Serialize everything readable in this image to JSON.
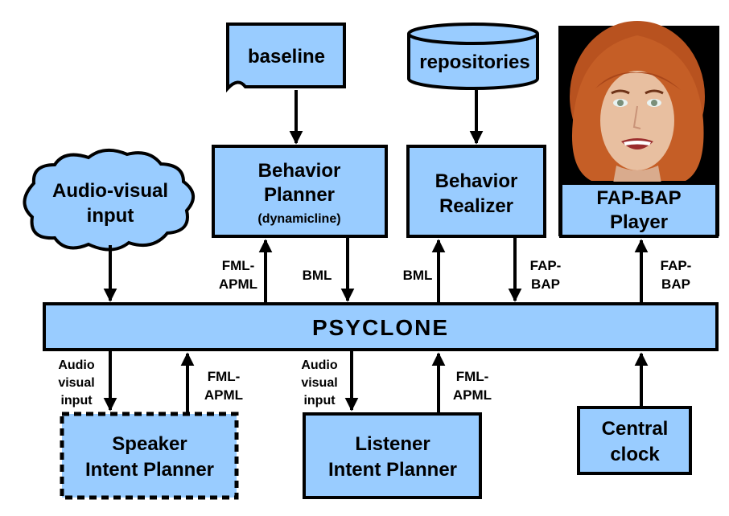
{
  "nodes": {
    "baseline": "baseline",
    "repositories": "repositories",
    "behavior_planner": {
      "line1": "Behavior",
      "line2": "Planner",
      "line3": "(dynamicline)"
    },
    "behavior_realizer": {
      "line1": "Behavior",
      "line2": "Realizer"
    },
    "fap_bap_player": {
      "line1": "FAP-BAP",
      "line2": "Player"
    },
    "audio_visual_input": {
      "line1": "Audio-visual",
      "line2": "input"
    },
    "psyclone": "PSYCLONE",
    "speaker_intent_planner": {
      "line1": "Speaker",
      "line2": "Intent Planner"
    },
    "listener_intent_planner": {
      "line1": "Listener",
      "line2": "Intent Planner"
    },
    "central_clock": {
      "line1": "Central",
      "line2": "clock"
    }
  },
  "edge_labels": {
    "fml_apml_to_psyclone": {
      "line1": "FML-",
      "line2": "APML"
    },
    "bml_planner": "BML",
    "bml_realizer": "BML",
    "fap_bap_realizer": {
      "line1": "FAP-",
      "line2": "BAP"
    },
    "fap_bap_player": {
      "line1": "FAP-",
      "line2": "BAP"
    },
    "audio_visual_speaker": {
      "line1": "Audio",
      "line2": "visual",
      "line3": "input"
    },
    "fml_apml_speaker": {
      "line1": "FML-",
      "line2": "APML"
    },
    "audio_visual_listener": {
      "line1": "Audio",
      "line2": "visual",
      "line3": "input"
    },
    "fml_apml_listener": {
      "line1": "FML-",
      "line2": "APML"
    }
  },
  "colors": {
    "box_fill": "#99ccff",
    "stroke": "#000000",
    "portrait_bg": "#000000"
  },
  "icons": {
    "avatar": "female-avatar-face"
  }
}
